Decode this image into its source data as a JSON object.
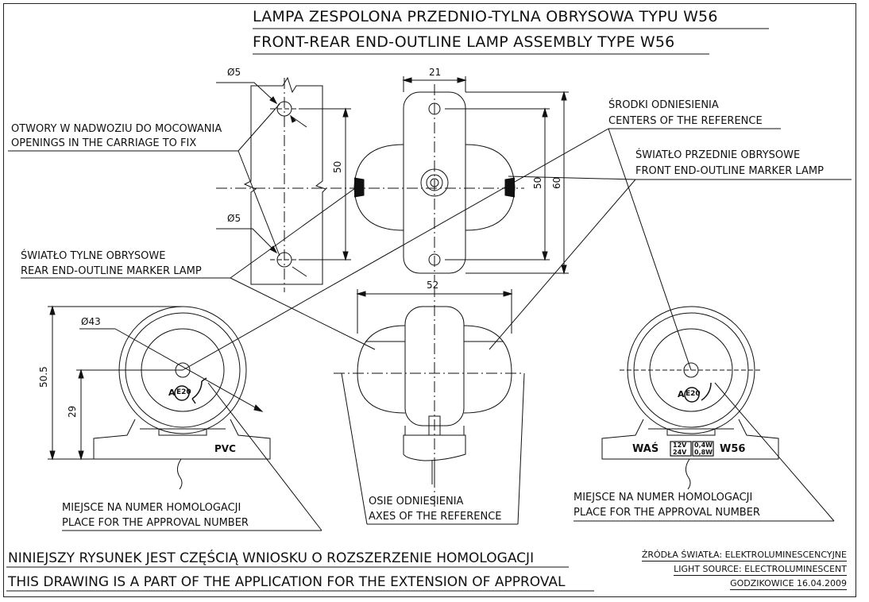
{
  "title": {
    "line_pl": "LAMPA ZESPOLONA PRZEDNIO-TYLNA OBRYSOWA TYPU W56",
    "line_en": "FRONT-REAR END-OUTLINE LAMP ASSEMBLY TYPE W56"
  },
  "callouts": {
    "mounting_holes_pl": "OTWORY W NADWOZIU DO MOCOWANIA",
    "mounting_holes_en": "OPENINGS IN THE CARRIAGE TO FIX",
    "reference_centers_pl": "ŚRODKI ODNIESIENIA",
    "reference_centers_en": "CENTERS OF THE REFERENCE",
    "front_marker_pl": "ŚWIATŁO PRZEDNIE OBRYSOWE",
    "front_marker_en": "FRONT END-OUTLINE MARKER LAMP",
    "rear_marker_pl": "ŚWIATŁO TYLNE OBRYSOWE",
    "rear_marker_en": "REAR END-OUTLINE MARKER LAMP",
    "approval_left_pl": "MIEJSCE NA NUMER HOMOLOGACJI",
    "approval_left_en": "PLACE FOR THE APPROVAL NUMBER",
    "axes_pl": "OSIE ODNIESIENIA",
    "axes_en": "AXES OF THE REFERENCE",
    "approval_right_pl": "MIEJSCE NA NUMER HOMOLOGACJI",
    "approval_right_en": "PLACE FOR THE APPROVAL NUMBER"
  },
  "dimensions": {
    "hole_dia_top": "Ø5",
    "hole_dia_bottom": "Ø5",
    "hole_spacing": "50",
    "body_width": "21",
    "body_height_inner": "50",
    "body_height_outer": "60",
    "total_width": "52",
    "lens_dia": "Ø43",
    "total_height": "50.5",
    "axis_height": "29"
  },
  "markings": {
    "approval_mark": "E20",
    "approval_prefix": "A",
    "left_base_text": "PVC",
    "right_brand": "WAŚ",
    "voltage_1": "12V",
    "voltage_2": "24V",
    "power_1": "0,4W",
    "power_2": "0,8W",
    "model": "W56"
  },
  "footer": {
    "notice_pl": "NINIEJSZY RYSUNEK JEST CZĘŚCIĄ WNIOSKU O  ROZSZERZENIE  HOMOLOGACJI",
    "notice_en": "THIS DRAWING IS A PART OF THE APPLICATION FOR THE EXTENSION OF APPROVAL",
    "light_source_pl": "ŹRÓDŁA ŚWIATŁA: ELEKTROLUMINESCENCYJNE",
    "light_source_en": "LIGHT SOURCE: ELECTROLUMINESCENT",
    "place_date": "GODZIKOWICE 16.04.2009"
  }
}
